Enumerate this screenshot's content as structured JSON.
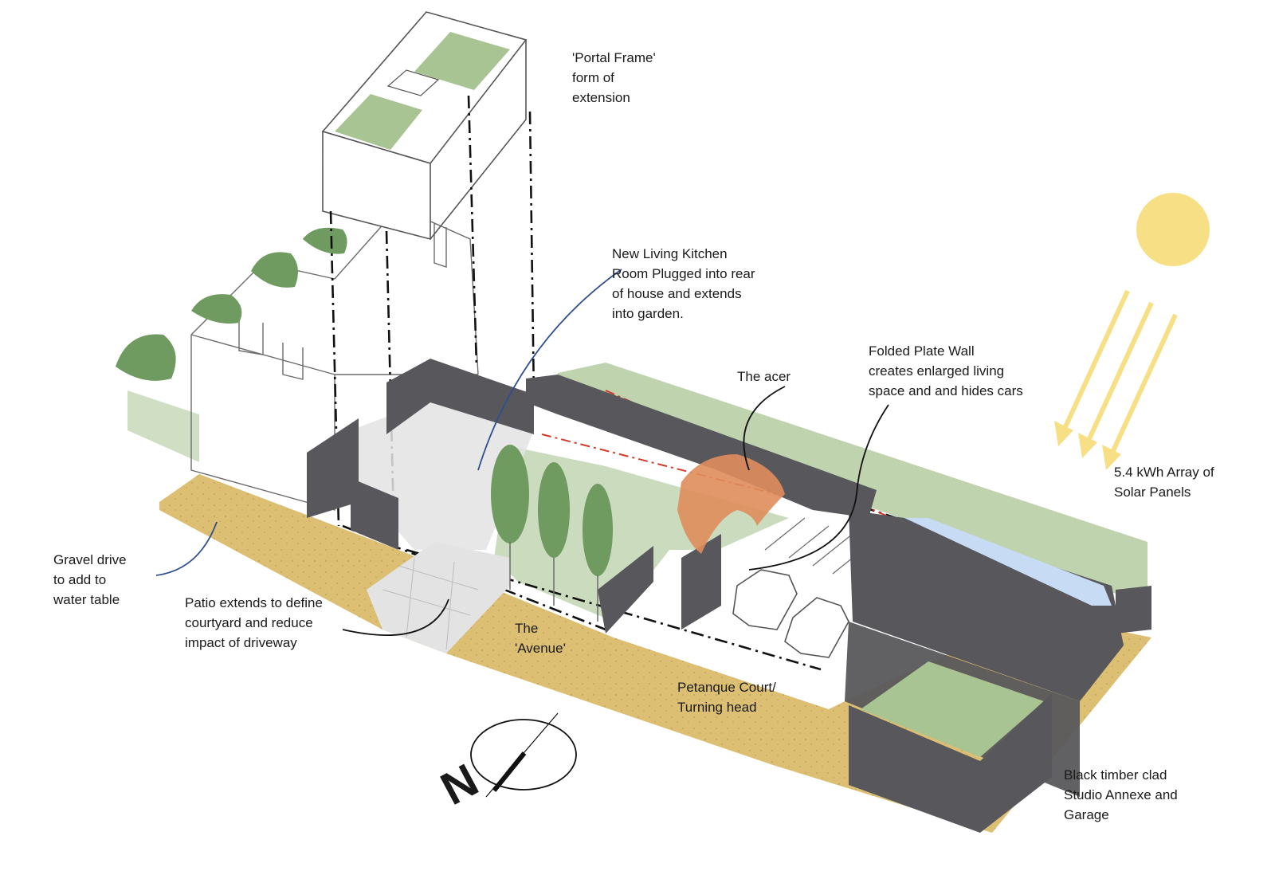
{
  "colors": {
    "gravel": "#dcbf72",
    "planting": "#a9c493",
    "tree": "#6f9a60",
    "timber": "#58585c",
    "patio": "#e3e3e3",
    "acer": "#e08d5c",
    "sun": "#f7df85",
    "glazing": "#c7dbf5",
    "leader": "#2f4f8f"
  },
  "annotations": {
    "portal_frame": [
      "'Portal Frame'",
      "form of",
      "extension"
    ],
    "living_kitchen": [
      "New Living Kitchen",
      "Room Plugged into rear",
      "of house and extends",
      "into garden."
    ],
    "acer": [
      "The acer"
    ],
    "folded_wall": [
      "Folded Plate Wall",
      "creates enlarged living",
      "space and and hides cars"
    ],
    "solar": [
      "5.4 kWh Array of",
      "Solar Panels"
    ],
    "gravel": [
      "Gravel drive",
      "to add to",
      "water table"
    ],
    "patio": [
      "Patio extends to define",
      "courtyard and reduce",
      "impact of driveway"
    ],
    "avenue": [
      "The",
      "'Avenue'"
    ],
    "petanque": [
      "Petanque Court/",
      "Turning head"
    ],
    "studio": [
      "Black timber clad",
      "Studio Annexe and",
      "Garage"
    ]
  },
  "compass": {
    "north_label": "N"
  },
  "icons": [
    "sun-icon",
    "north-arrow-icon",
    "car-icon"
  ]
}
